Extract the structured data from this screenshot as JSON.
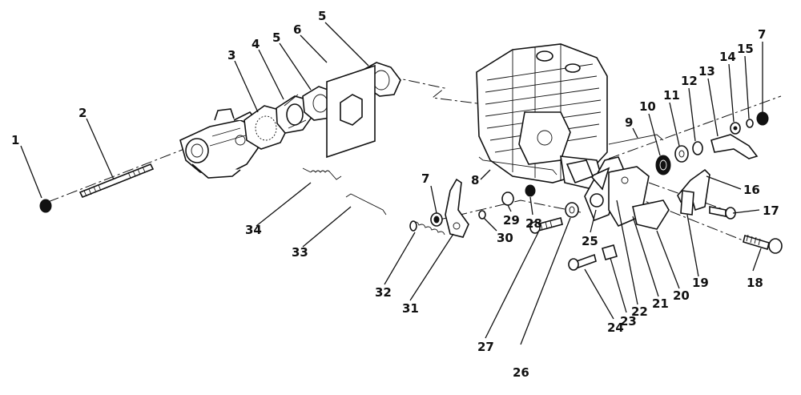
{
  "callouts": {
    "c1": "1",
    "c2": "2",
    "c3": "3",
    "c4": "4",
    "c5a": "5",
    "c5b": "5",
    "c6": "6",
    "c7a": "7",
    "c7b": "7",
    "c8": "8",
    "c9": "9",
    "c10": "10",
    "c11": "11",
    "c12": "12",
    "c13": "13",
    "c14": "14",
    "c15": "15",
    "c16": "16",
    "c17": "17",
    "c18": "18",
    "c19": "19",
    "c20": "20",
    "c21": "21",
    "c22": "22",
    "c23": "23",
    "c24": "24",
    "c25": "25",
    "c26": "26",
    "c27": "27",
    "c28": "28",
    "c29": "29",
    "c30": "30",
    "c31": "31",
    "c32": "32",
    "c33": "33",
    "c34": "34"
  }
}
